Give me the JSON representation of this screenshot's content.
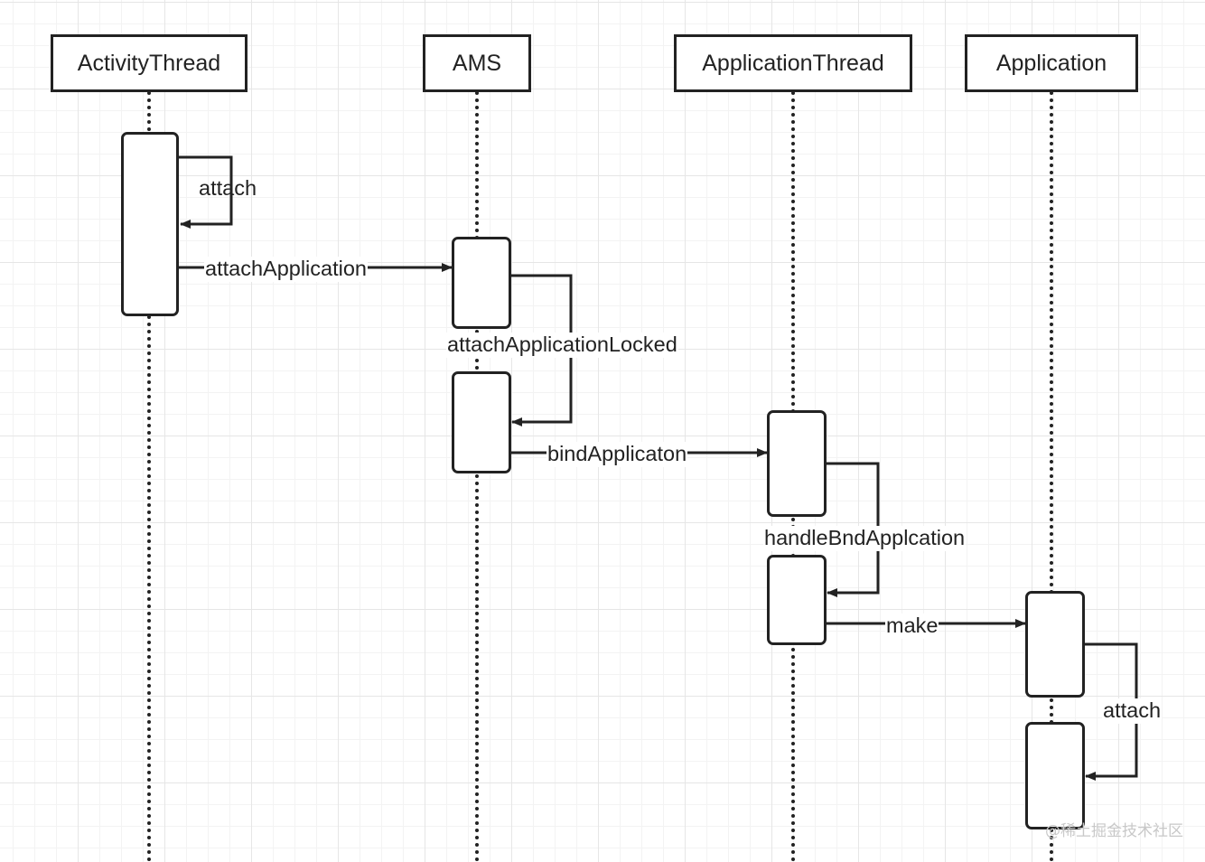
{
  "participants": [
    {
      "name": "ActivityThread"
    },
    {
      "name": "AMS"
    },
    {
      "name": "ApplicationThread"
    },
    {
      "name": "Application"
    }
  ],
  "messages": {
    "at_attach": "attach",
    "attach_application": "attachApplication",
    "attach_application_locked": "attachApplicationLocked",
    "bind_application": "bindApplicaton",
    "handle_bind_application": "handleBndApplcation",
    "make": "make",
    "app_attach": "attach"
  },
  "watermark": "@稀土掘金技术社区",
  "colors": {
    "line": "#222222",
    "grid": "#e6e6e6",
    "watermark": "#c8c8c8"
  }
}
